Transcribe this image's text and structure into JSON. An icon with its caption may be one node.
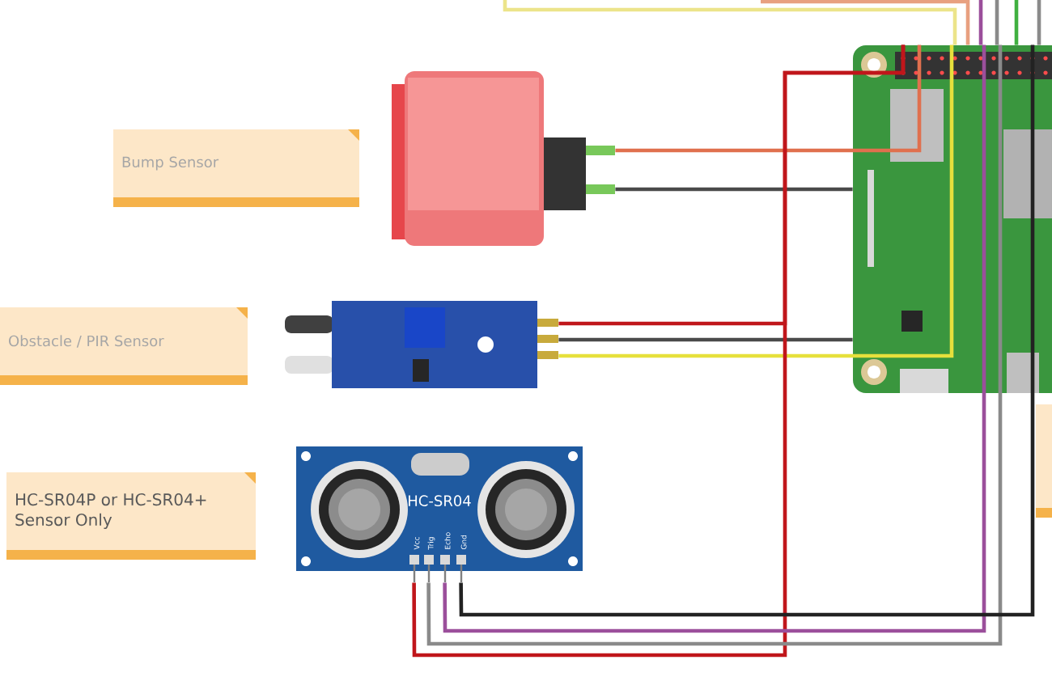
{
  "diagram": {
    "nodes": [
      {
        "text": [
          "Bump Sensor"
        ]
      },
      {
        "text": [
          "Obstacle / PIR Sensor"
        ]
      },
      {
        "text": [
          "HC-SR04P or HC-SR04+ Sensor Only"
        ]
      },
      {
        "text": [],
        "shape": "picture"
      },
      {
        "text": [],
        "shape": "picture"
      },
      {
        "text": [
          "HC-SR04"
        ]
      },
      {
        "text": [],
        "shape": "picture"
      },
      {
        "text": [],
        "shape": "box"
      }
    ],
    "edges": [
      {
        "from": 3,
        "to": 6,
        "arrow": "none",
        "color": "#e0704e"
      },
      {
        "from": 3,
        "to": 6,
        "arrow": "none",
        "color": "#4a4a4a"
      },
      {
        "from": 4,
        "to": 6,
        "arrow": "none",
        "color": "#c0161b"
      },
      {
        "from": 4,
        "to": 6,
        "arrow": "none",
        "color": "#4a4a4a"
      },
      {
        "from": 4,
        "to": 6,
        "arrow": "none",
        "color": "#e6e03c"
      },
      {
        "from": 5,
        "to": 6,
        "arrow": "none",
        "color": "#c0161b"
      },
      {
        "from": 5,
        "to": 6,
        "arrow": "none",
        "color": "#8a8a8a"
      },
      {
        "from": 5,
        "to": 6,
        "arrow": "none",
        "color": "#9b4f9b"
      },
      {
        "from": 5,
        "to": 6,
        "arrow": "none",
        "color": "#222222"
      },
      {
        "from": 6,
        "to": null,
        "arrow": "none",
        "color": "#ece48a"
      },
      {
        "from": 6,
        "to": null,
        "arrow": "none",
        "color": "#e8a080"
      },
      {
        "from": 6,
        "to": null,
        "arrow": "none",
        "color": "#9b4f9b"
      },
      {
        "from": 6,
        "to": null,
        "arrow": "none",
        "color": "#8a8a8a"
      },
      {
        "from": 6,
        "to": null,
        "arrow": "none",
        "color": "#40b040"
      },
      {
        "from": 6,
        "to": null,
        "arrow": "none",
        "color": "#8a8a8a"
      }
    ],
    "labels": [
      "Vcc",
      "Trig",
      "Echo",
      "Gnd"
    ]
  }
}
